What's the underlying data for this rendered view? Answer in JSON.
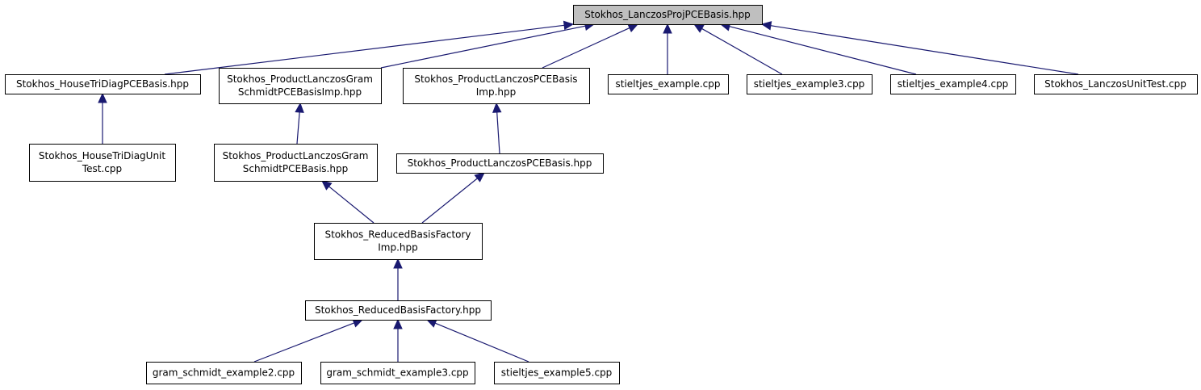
{
  "diagram": {
    "nodes": [
      {
        "id": "root",
        "lines": [
          "Stokhos_LanczosProjPCEBasis.hpp"
        ],
        "highlighted": true
      },
      {
        "id": "house",
        "lines": [
          "Stokhos_HouseTriDiagPCEBasis.hpp"
        ]
      },
      {
        "id": "plgsimp",
        "lines": [
          "Stokhos_ProductLanczosGram",
          "SchmidtPCEBasisImp.hpp"
        ]
      },
      {
        "id": "plpimp",
        "lines": [
          "Stokhos_ProductLanczosPCEBasis",
          "Imp.hpp"
        ]
      },
      {
        "id": "stex",
        "lines": [
          "stieltjes_example.cpp"
        ]
      },
      {
        "id": "stex3",
        "lines": [
          "stieltjes_example3.cpp"
        ]
      },
      {
        "id": "stex4",
        "lines": [
          "stieltjes_example4.cpp"
        ]
      },
      {
        "id": "lut",
        "lines": [
          "Stokhos_LanczosUnitTest.cpp"
        ]
      },
      {
        "id": "houseut",
        "lines": [
          "Stokhos_HouseTriDiagUnit",
          "Test.cpp"
        ]
      },
      {
        "id": "plgs",
        "lines": [
          "Stokhos_ProductLanczosGram",
          "SchmidtPCEBasis.hpp"
        ]
      },
      {
        "id": "plp",
        "lines": [
          "Stokhos_ProductLanczosPCEBasis.hpp"
        ]
      },
      {
        "id": "rbfimp",
        "lines": [
          "Stokhos_ReducedBasisFactory",
          "Imp.hpp"
        ]
      },
      {
        "id": "rbf",
        "lines": [
          "Stokhos_ReducedBasisFactory.hpp"
        ]
      },
      {
        "id": "gs2",
        "lines": [
          "gram_schmidt_example2.cpp"
        ]
      },
      {
        "id": "gs3",
        "lines": [
          "gram_schmidt_example3.cpp"
        ]
      },
      {
        "id": "stex5",
        "lines": [
          "stieltjes_example5.cpp"
        ]
      }
    ],
    "edges": [
      {
        "from": "house",
        "to": "root"
      },
      {
        "from": "plgsimp",
        "to": "root"
      },
      {
        "from": "plpimp",
        "to": "root"
      },
      {
        "from": "stex",
        "to": "root"
      },
      {
        "from": "stex3",
        "to": "root"
      },
      {
        "from": "stex4",
        "to": "root"
      },
      {
        "from": "lut",
        "to": "root"
      },
      {
        "from": "houseut",
        "to": "house"
      },
      {
        "from": "plgs",
        "to": "plgsimp"
      },
      {
        "from": "plp",
        "to": "plpimp"
      },
      {
        "from": "rbfimp",
        "to": "plgs"
      },
      {
        "from": "rbfimp",
        "to": "plp"
      },
      {
        "from": "rbf",
        "to": "rbfimp"
      },
      {
        "from": "gs2",
        "to": "rbf"
      },
      {
        "from": "gs3",
        "to": "rbf"
      },
      {
        "from": "stex5",
        "to": "rbf"
      }
    ],
    "colors": {
      "edge": "#191970",
      "root_fill": "#bfbfbf",
      "node_fill": "#ffffff",
      "node_border": "#000000"
    }
  }
}
